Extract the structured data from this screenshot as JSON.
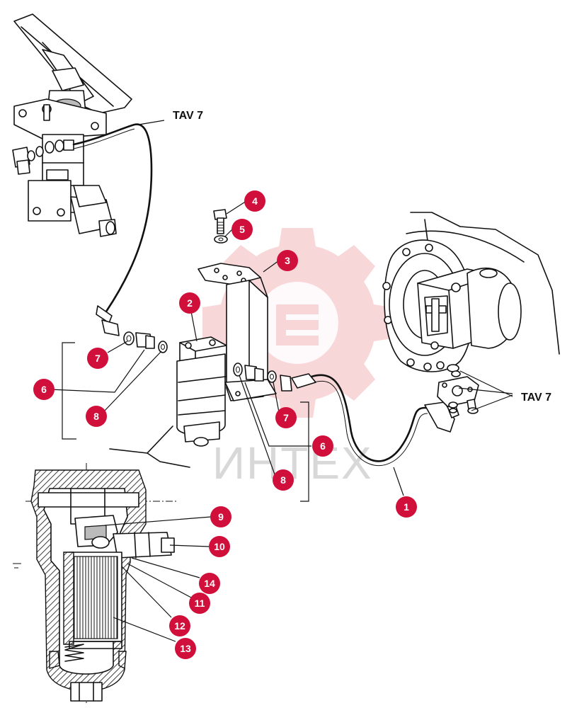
{
  "references": {
    "top": "TAV 7",
    "right": "TAV 7"
  },
  "watermark": {
    "text": "ИНТЕХ",
    "color": "#f6c9cc"
  },
  "colors": {
    "callout": "#d0103a",
    "line": "#111111"
  },
  "callouts": [
    {
      "id": "c1",
      "label": "1"
    },
    {
      "id": "c2",
      "label": "2"
    },
    {
      "id": "c3",
      "label": "3"
    },
    {
      "id": "c4",
      "label": "4"
    },
    {
      "id": "c5",
      "label": "5"
    },
    {
      "id": "c6a",
      "label": "6"
    },
    {
      "id": "c6b",
      "label": "6"
    },
    {
      "id": "c7a",
      "label": "7"
    },
    {
      "id": "c7b",
      "label": "7"
    },
    {
      "id": "c8a",
      "label": "8"
    },
    {
      "id": "c8b",
      "label": "8"
    },
    {
      "id": "c9",
      "label": "9"
    },
    {
      "id": "c10",
      "label": "10"
    },
    {
      "id": "c11",
      "label": "11"
    },
    {
      "id": "c12",
      "label": "12"
    },
    {
      "id": "c13",
      "label": "13"
    },
    {
      "id": "c14",
      "label": "14"
    }
  ]
}
